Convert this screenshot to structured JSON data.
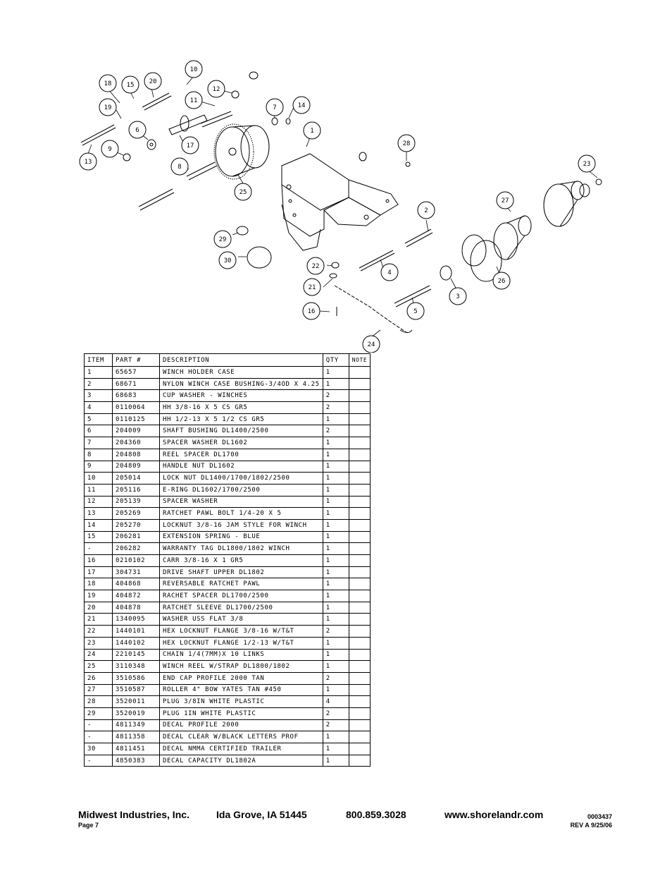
{
  "diagram": {
    "callouts": [
      "1",
      "2",
      "3",
      "4",
      "5",
      "6",
      "7",
      "8",
      "9",
      "10",
      "11",
      "12",
      "13",
      "14",
      "15",
      "16",
      "17",
      "18",
      "19",
      "20",
      "21",
      "22",
      "23",
      "24",
      "25",
      "26",
      "27",
      "28",
      "29",
      "30"
    ]
  },
  "table": {
    "headers": [
      "ITEM",
      "PART #",
      "DESCRIPTION",
      "QTY",
      "NOTE"
    ],
    "rows": [
      [
        "1",
        "65657",
        "WINCH HOLDER CASE",
        "1",
        ""
      ],
      [
        "2",
        "68671",
        "NYLON WINCH CASE BUSHING-3/4OD X 4.25",
        "1",
        ""
      ],
      [
        "3",
        "68683",
        "CUP WASHER - WINCHES",
        "2",
        ""
      ],
      [
        "4",
        "0110064",
        "HH 3/8-16 X 5 CS GR5",
        "2",
        ""
      ],
      [
        "5",
        "0110125",
        "HH 1/2-13 X 5 1/2 CS GR5",
        "1",
        ""
      ],
      [
        "6",
        "204009",
        "SHAFT BUSHING  DL1400/2500",
        "2",
        ""
      ],
      [
        "7",
        "204360",
        "SPACER WASHER  DL1602",
        "1",
        ""
      ],
      [
        "8",
        "204808",
        "REEL SPACER  DL1700",
        "1",
        ""
      ],
      [
        "9",
        "204809",
        "HANDLE NUT  DL1602",
        "1",
        ""
      ],
      [
        "10",
        "205014",
        "LOCK NUT  DL1400/1700/1802/2500",
        "1",
        ""
      ],
      [
        "11",
        "205116",
        "E-RING DL1602/1700/2500",
        "1",
        ""
      ],
      [
        "12",
        "205139",
        "SPACER WASHER",
        "1",
        ""
      ],
      [
        "13",
        "205269",
        "RATCHET PAWL BOLT 1/4-20 X 5",
        "1",
        ""
      ],
      [
        "14",
        "205270",
        "LOCKNUT 3/8-16 JAM STYLE FOR WINCH",
        "1",
        ""
      ],
      [
        "15",
        "206281",
        "EXTENSION SPRING - BLUE",
        "1",
        ""
      ],
      [
        "-",
        "206282",
        "WARRANTY TAG DL1800/1802 WINCH",
        "1",
        ""
      ],
      [
        "16",
        "0210102",
        "CARR 3/8-16 X 1 GR5",
        "1",
        ""
      ],
      [
        "17",
        "304731",
        "DRIVE SHAFT UPPER  DL1802",
        "1",
        ""
      ],
      [
        "18",
        "404868",
        "REVERSABLE RATCHET PAWL",
        "1",
        ""
      ],
      [
        "19",
        "404872",
        "RACHET SPACER  DL1700/2500",
        "1",
        ""
      ],
      [
        "20",
        "404878",
        "RATCHET SLEEVE  DL1700/2500",
        "1",
        ""
      ],
      [
        "21",
        "1340095",
        "WASHER USS FLAT 3/8",
        "1",
        ""
      ],
      [
        "22",
        "1440101",
        "HEX LOCKNUT FLANGE 3/8-16 W/T&T",
        "2",
        ""
      ],
      [
        "23",
        "1440102",
        "HEX LOCKNUT FLANGE 1/2-13 W/T&T",
        "1",
        ""
      ],
      [
        "24",
        "2210145",
        "CHAIN 1/4(7MM)X 10 LINKS",
        "1",
        ""
      ],
      [
        "25",
        "3110348",
        "WINCH REEL W/STRAP  DL1800/1802",
        "1",
        ""
      ],
      [
        "26",
        "3510586",
        "END CAP PROFILE 2000 TAN",
        "2",
        ""
      ],
      [
        "27",
        "3510587",
        "ROLLER 4\" BOW YATES TAN #450",
        "1",
        ""
      ],
      [
        "28",
        "3520011",
        "PLUG  3/8IN WHITE PLASTIC",
        "4",
        ""
      ],
      [
        "29",
        "3520019",
        "PLUG  1IN WHITE PLASTIC",
        "2",
        ""
      ],
      [
        "-",
        "4811349",
        "DECAL PROFILE 2000",
        "2",
        ""
      ],
      [
        "-",
        "4811358",
        "DECAL CLEAR W/BLACK LETTERS PROF",
        "1",
        ""
      ],
      [
        "30",
        "4811451",
        " DECAL NMMA CERTIFIED TRAILER",
        "1",
        ""
      ],
      [
        "-",
        "4850383",
        "DECAL CAPACITY DL1802A",
        "1",
        ""
      ]
    ]
  },
  "footer": {
    "company": "Midwest Industries, Inc.",
    "city": "Ida Grove, IA  51445",
    "phone": "800.859.3028",
    "website": "www.shorelandr.com",
    "page": "Page 7",
    "doc_number": "0003437",
    "revision": "REV A  9/25/06"
  }
}
